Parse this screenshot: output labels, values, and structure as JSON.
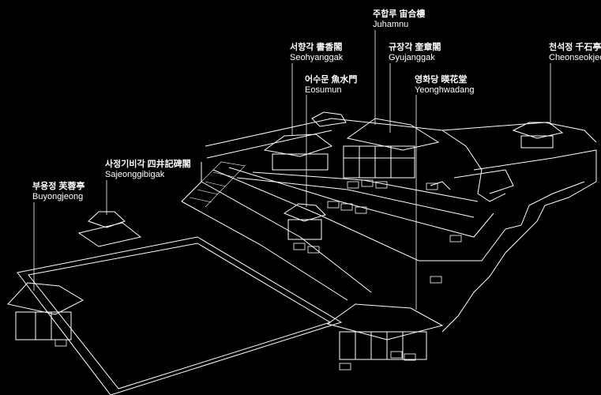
{
  "labels": [
    {
      "id": "juhamnu",
      "ko": "주합루 宙合樓",
      "en": "Juhamnu"
    },
    {
      "id": "seohyanggak",
      "ko": "서향각 書香閣",
      "en": "Seohyanggak"
    },
    {
      "id": "gyujanggak",
      "ko": "규장각 奎章閣",
      "en": "Gyujanggak"
    },
    {
      "id": "eosumun",
      "ko": "어수문 魚水門",
      "en": "Eosumun"
    },
    {
      "id": "yeonghwadang",
      "ko": "영화당 暎花堂",
      "en": "Yeonghwadang"
    },
    {
      "id": "cheonseokjeong",
      "ko": "천석정 千石亭",
      "en": "Cheonseokjeong"
    },
    {
      "id": "sajeonggibigak",
      "ko": "사정기비각 四井記碑閣",
      "en": "Sajeonggibigak"
    },
    {
      "id": "buyongjeong",
      "ko": "부용정 芙蓉亭",
      "en": "Buyongjeong"
    }
  ],
  "colors": {
    "background": "#000000",
    "line": "#ffffff"
  }
}
